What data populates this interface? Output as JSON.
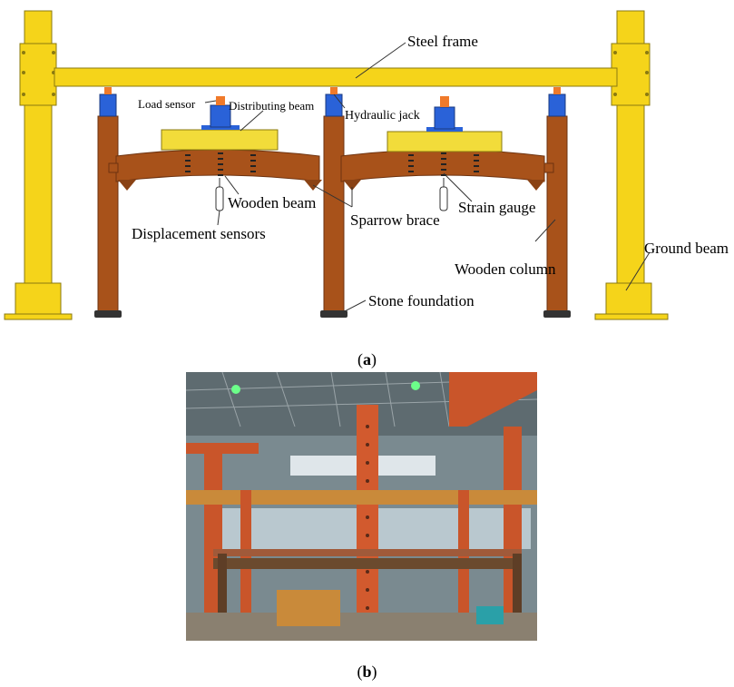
{
  "figure_a": {
    "labels": {
      "steel_frame": "Steel frame",
      "load_sensor": "Load sensor",
      "distributing_beam": "Distributing beam",
      "hydraulic_jack": "Hydraulic jack",
      "wooden_beam": "Wooden beam",
      "sparrow_brace": "Sparrow brace",
      "strain_gauge": "Strain gauge",
      "displacement_sensors": "Displacement sensors",
      "ground_beam": "Ground beam",
      "wooden_column": "Wooden column",
      "stone_foundation": "Stone foundation"
    },
    "caption_open": "(",
    "caption_letter": "a",
    "caption_close": ")"
  },
  "figure_b": {
    "caption_open": "(",
    "caption_letter": "b",
    "caption_close": ")"
  },
  "colors": {
    "steel": "#f5d41a",
    "steel_outline": "#8a7a10",
    "wood": "#a8521a",
    "wood_dark": "#6e3310",
    "jack_blue": "#2a62d8",
    "sensor_orange": "#f07a2a",
    "distributing_beam": "#f2dc3a"
  }
}
